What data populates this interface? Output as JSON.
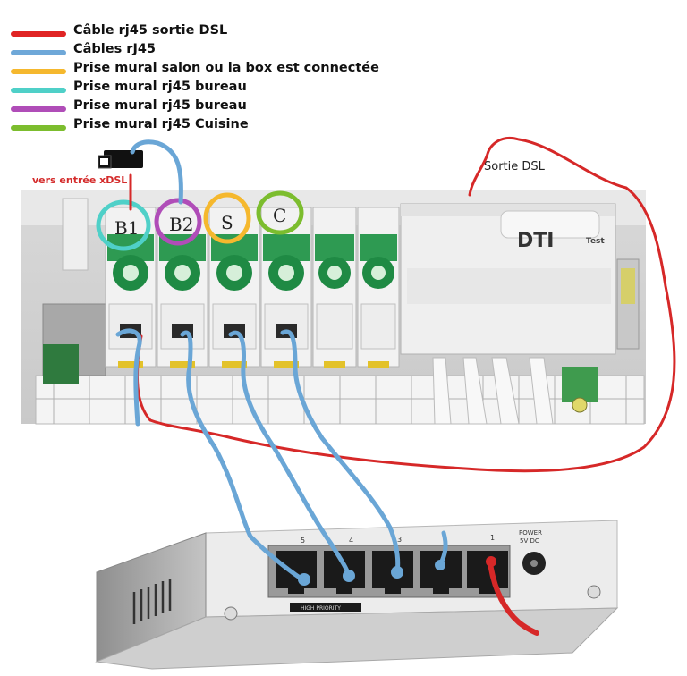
{
  "legend": [
    {
      "label": "Câble rj45 sortie DSL",
      "color": "#e02424"
    },
    {
      "label": "Câbles  rJ45",
      "color": "#6fa8d8"
    },
    {
      "label": "Prise mural  salon ou la box est connectée",
      "color": "#f5b82e"
    },
    {
      "label": "Prise mural rj45 bureau",
      "color": "#4fd0c8"
    },
    {
      "label": "Prise mural rj45 bureau",
      "color": "#b04db8"
    },
    {
      "label": "Prise mural rj45 Cuisine",
      "color": "#7cbd2e"
    }
  ],
  "annotations": {
    "xdsl_input": "vers entrée xDSL",
    "dsl_output": "Sortie DSL"
  },
  "panel": {
    "dti_label": "DTI",
    "dti_sub": "Test",
    "sockets": [
      {
        "handwritten": "B1",
        "color": "#4fd0c8"
      },
      {
        "handwritten": "B2",
        "color": "#b04db8"
      },
      {
        "handwritten": "S",
        "color": "#f5b82e"
      },
      {
        "handwritten": "C",
        "color": "#7cbd2e"
      },
      {
        "handwritten": "",
        "color": ""
      },
      {
        "handwritten": "",
        "color": ""
      }
    ]
  },
  "switch": {
    "port_labels": [
      "5",
      "4",
      "3",
      "",
      "1"
    ],
    "power_label": "POWER",
    "power_sub": "5V DC",
    "badge": "HIGH PRIORITY"
  }
}
